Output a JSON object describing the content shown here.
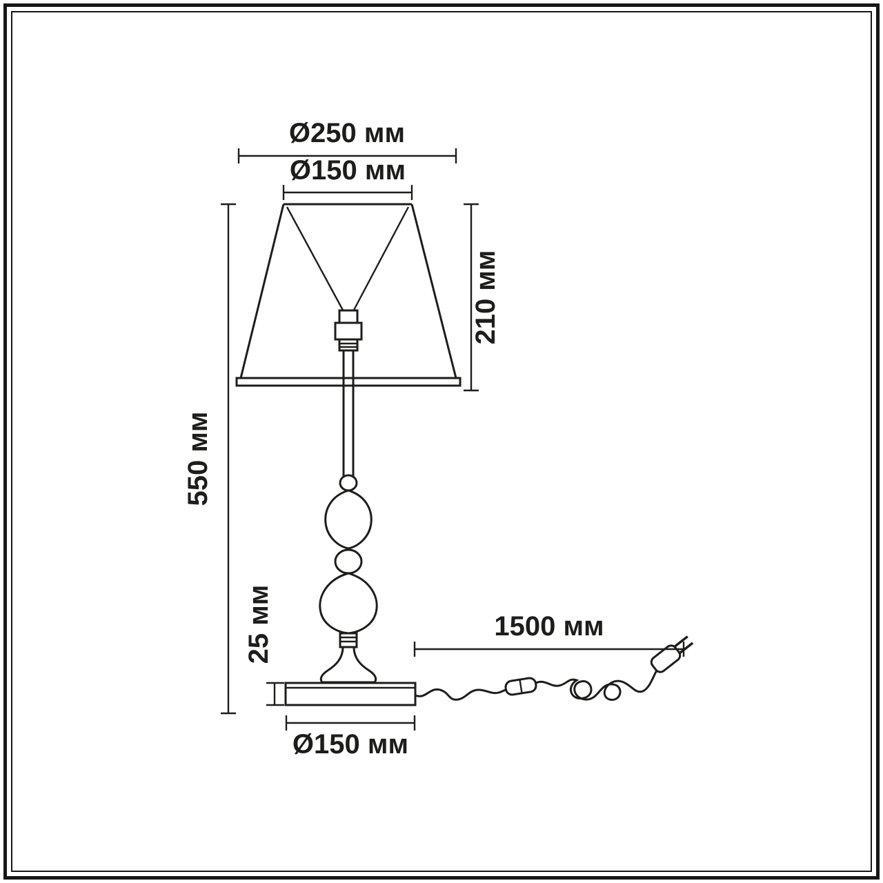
{
  "title": "table-lamp-dimension-drawing",
  "labels": {
    "shade_outer_diameter": "Ø250 мм",
    "shade_top_diameter": "Ø150 мм",
    "shade_height": "210 мм",
    "lamp_height": "550 мм",
    "base_thickness": "25 мм",
    "base_diameter": "Ø150 мм",
    "cord_length": "1500 мм"
  },
  "dimensions_mm": {
    "shade_outer_diameter": 250,
    "shade_top_diameter": 150,
    "shade_height": 210,
    "lamp_height": 550,
    "base_thickness": 25,
    "base_diameter": 150,
    "cord_length": 1500
  },
  "colors": {
    "line": "#1d1d1b",
    "background": "#ffffff"
  }
}
